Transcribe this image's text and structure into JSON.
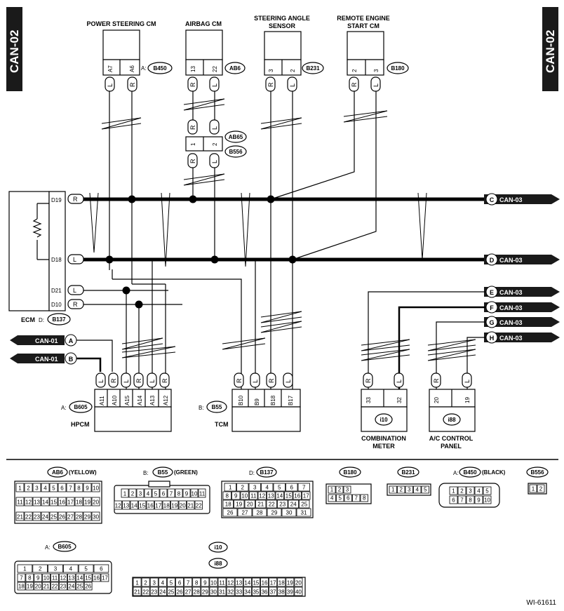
{
  "side_tabs": [
    "CAN-02",
    "CAN-02"
  ],
  "modules": {
    "power_steering": {
      "label": "POWER STEERING CM",
      "prefix": "A:",
      "connector": "B450",
      "pins": [
        "A7",
        "A6"
      ],
      "wires": [
        "L",
        "R"
      ]
    },
    "airbag": {
      "label": "AIRBAG CM",
      "connector": "AB6",
      "pins": [
        "13",
        "22"
      ],
      "wires": [
        "R",
        "L"
      ],
      "mid_wires": [
        "R",
        "L"
      ],
      "mid_connector_top": "AB65",
      "mid_connector_bottom": "B556",
      "mid_pins": [
        "1",
        "2"
      ],
      "low_wires": [
        "R",
        "L"
      ]
    },
    "steering_angle": {
      "label_line1": "STEERING ANGLE",
      "label_line2": "SENSOR",
      "connector": "B231",
      "pins": [
        "3",
        "2"
      ],
      "wires": [
        "R",
        "L"
      ]
    },
    "remote_engine": {
      "label_line1": "REMOTE ENGINE",
      "label_line2": "START CM",
      "connector": "B180",
      "pins": [
        "2",
        "3"
      ],
      "wires": [
        "R",
        "L"
      ]
    },
    "ecm": {
      "label": "ECM",
      "prefix": "D:",
      "connector": "B137",
      "pins": [
        "D19",
        "D18",
        "D21",
        "D10"
      ],
      "wires": [
        "R",
        "L",
        "L",
        "R"
      ]
    },
    "hpcm": {
      "label": "HPCM",
      "prefix": "A:",
      "connector": "B605",
      "pins": [
        "A11",
        "A10",
        "A15",
        "A14",
        "A13",
        "A12"
      ],
      "wires": [
        "L",
        "R",
        "L",
        "R",
        "L",
        "R"
      ]
    },
    "tcm": {
      "label": "TCM",
      "prefix": "B:",
      "connector": "B55",
      "pins": [
        "B10",
        "B9",
        "B18",
        "B17"
      ],
      "wires": [
        "R",
        "L",
        "R",
        "L"
      ]
    },
    "combination_meter": {
      "label_line1": "COMBINATION",
      "label_line2": "METER",
      "connector": "i10",
      "pins": [
        "33",
        "32"
      ],
      "wires": [
        "R",
        "L"
      ]
    },
    "ac_panel": {
      "label_line1": "A/C CONTROL",
      "label_line2": "PANEL",
      "connector": "i88",
      "pins": [
        "20",
        "19"
      ],
      "wires": [
        "R",
        "L"
      ]
    }
  },
  "bus_refs": {
    "C": {
      "letter": "C",
      "label": "CAN-03"
    },
    "D": {
      "letter": "D",
      "label": "CAN-03"
    },
    "E": {
      "letter": "E",
      "label": "CAN-03"
    },
    "F": {
      "letter": "F",
      "label": "CAN-03"
    },
    "G": {
      "letter": "G",
      "label": "CAN-03"
    },
    "H": {
      "letter": "H",
      "label": "CAN-03"
    },
    "A": {
      "letter": "A",
      "label": "CAN-01"
    },
    "B": {
      "letter": "B",
      "label": "CAN-01"
    }
  },
  "connector_views": {
    "ab6": {
      "connector": "AB6",
      "color": "(YELLOW)",
      "row1": [
        "1",
        "2",
        "3",
        "4",
        "5",
        "6",
        "7",
        "8",
        "9",
        "10"
      ],
      "row2": [
        "11",
        "12",
        "13",
        "14",
        "15",
        "16",
        "17",
        "18",
        "19",
        "20"
      ],
      "row3": [
        "21",
        "22",
        "23",
        "24",
        "25",
        "26",
        "27",
        "28",
        "29",
        "30"
      ]
    },
    "b55": {
      "prefix": "B:",
      "connector": "B55",
      "color": "(GREEN)",
      "row1": [
        "1",
        "2",
        "3",
        "4",
        "5",
        "6",
        "7",
        "8",
        "9",
        "10",
        "11"
      ],
      "row2": [
        "12",
        "13",
        "14",
        "15",
        "16",
        "17",
        "18",
        "19",
        "20",
        "21",
        "22"
      ]
    },
    "b137": {
      "prefix": "D:",
      "connector": "B137",
      "row1": [
        "1",
        "2",
        "3",
        "4",
        "5",
        "6",
        "7"
      ],
      "row2": [
        "8",
        "9",
        "10",
        "11",
        "12",
        "13",
        "14",
        "15",
        "16",
        "17"
      ],
      "row3": [
        "18",
        "19",
        "20",
        "21",
        "22",
        "23",
        "24",
        "25"
      ],
      "row4": [
        "26",
        "27",
        "28",
        "29",
        "30",
        "31"
      ]
    },
    "b180": {
      "connector": "B180",
      "row1": [
        "1",
        "2",
        "3"
      ],
      "row2": [
        "4",
        "5",
        "6",
        "7",
        "8"
      ]
    },
    "b231": {
      "connector": "B231",
      "row1": [
        "1",
        "2",
        "3",
        "4",
        "5"
      ]
    },
    "b450": {
      "prefix": "A:",
      "connector": "B450",
      "color": "(BLACK)",
      "row1": [
        "1",
        "2",
        "3",
        "4",
        "5"
      ],
      "row2": [
        "6",
        "7",
        "8",
        "9",
        "10"
      ]
    },
    "b556": {
      "connector": "B556",
      "row1": [
        "1",
        "2"
      ]
    },
    "b605": {
      "prefix": "A:",
      "connector": "B605",
      "row1": [
        "1",
        "2",
        "3",
        "4",
        "5",
        "6"
      ],
      "row2": [
        "7",
        "8",
        "9",
        "10",
        "11",
        "12",
        "13",
        "14",
        "15",
        "16",
        "17"
      ],
      "row3": [
        "18",
        "19",
        "20",
        "21",
        "22",
        "23",
        "24",
        "25",
        "26"
      ]
    },
    "i10": {
      "connector": "i10",
      "connector2": "i88",
      "row1": [
        "1",
        "2",
        "3",
        "4",
        "5",
        "6",
        "7",
        "8",
        "9",
        "10",
        "11",
        "12",
        "13",
        "14",
        "15",
        "16",
        "17",
        "18",
        "19",
        "20"
      ],
      "row2": [
        "21",
        "22",
        "23",
        "24",
        "25",
        "26",
        "27",
        "28",
        "29",
        "30",
        "31",
        "32",
        "33",
        "34",
        "35",
        "36",
        "37",
        "38",
        "39",
        "40"
      ]
    }
  },
  "figure_id": "WI-61611"
}
